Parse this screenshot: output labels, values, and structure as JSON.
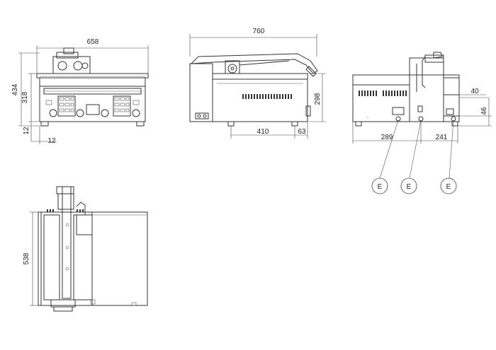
{
  "front_view": {
    "width": "658",
    "height_total": "434",
    "height_body": "318",
    "leg_height": "12",
    "leg_inset": "12"
  },
  "side_view": {
    "length": "760",
    "height": "298",
    "foot_span": "410",
    "foot_offset": "63"
  },
  "rear_view": {
    "offset_top": "40",
    "offset_side": "46",
    "left_span": "289",
    "right_span": "241",
    "markers": [
      "E",
      "E",
      "E"
    ]
  },
  "top_view": {
    "depth": "538"
  }
}
